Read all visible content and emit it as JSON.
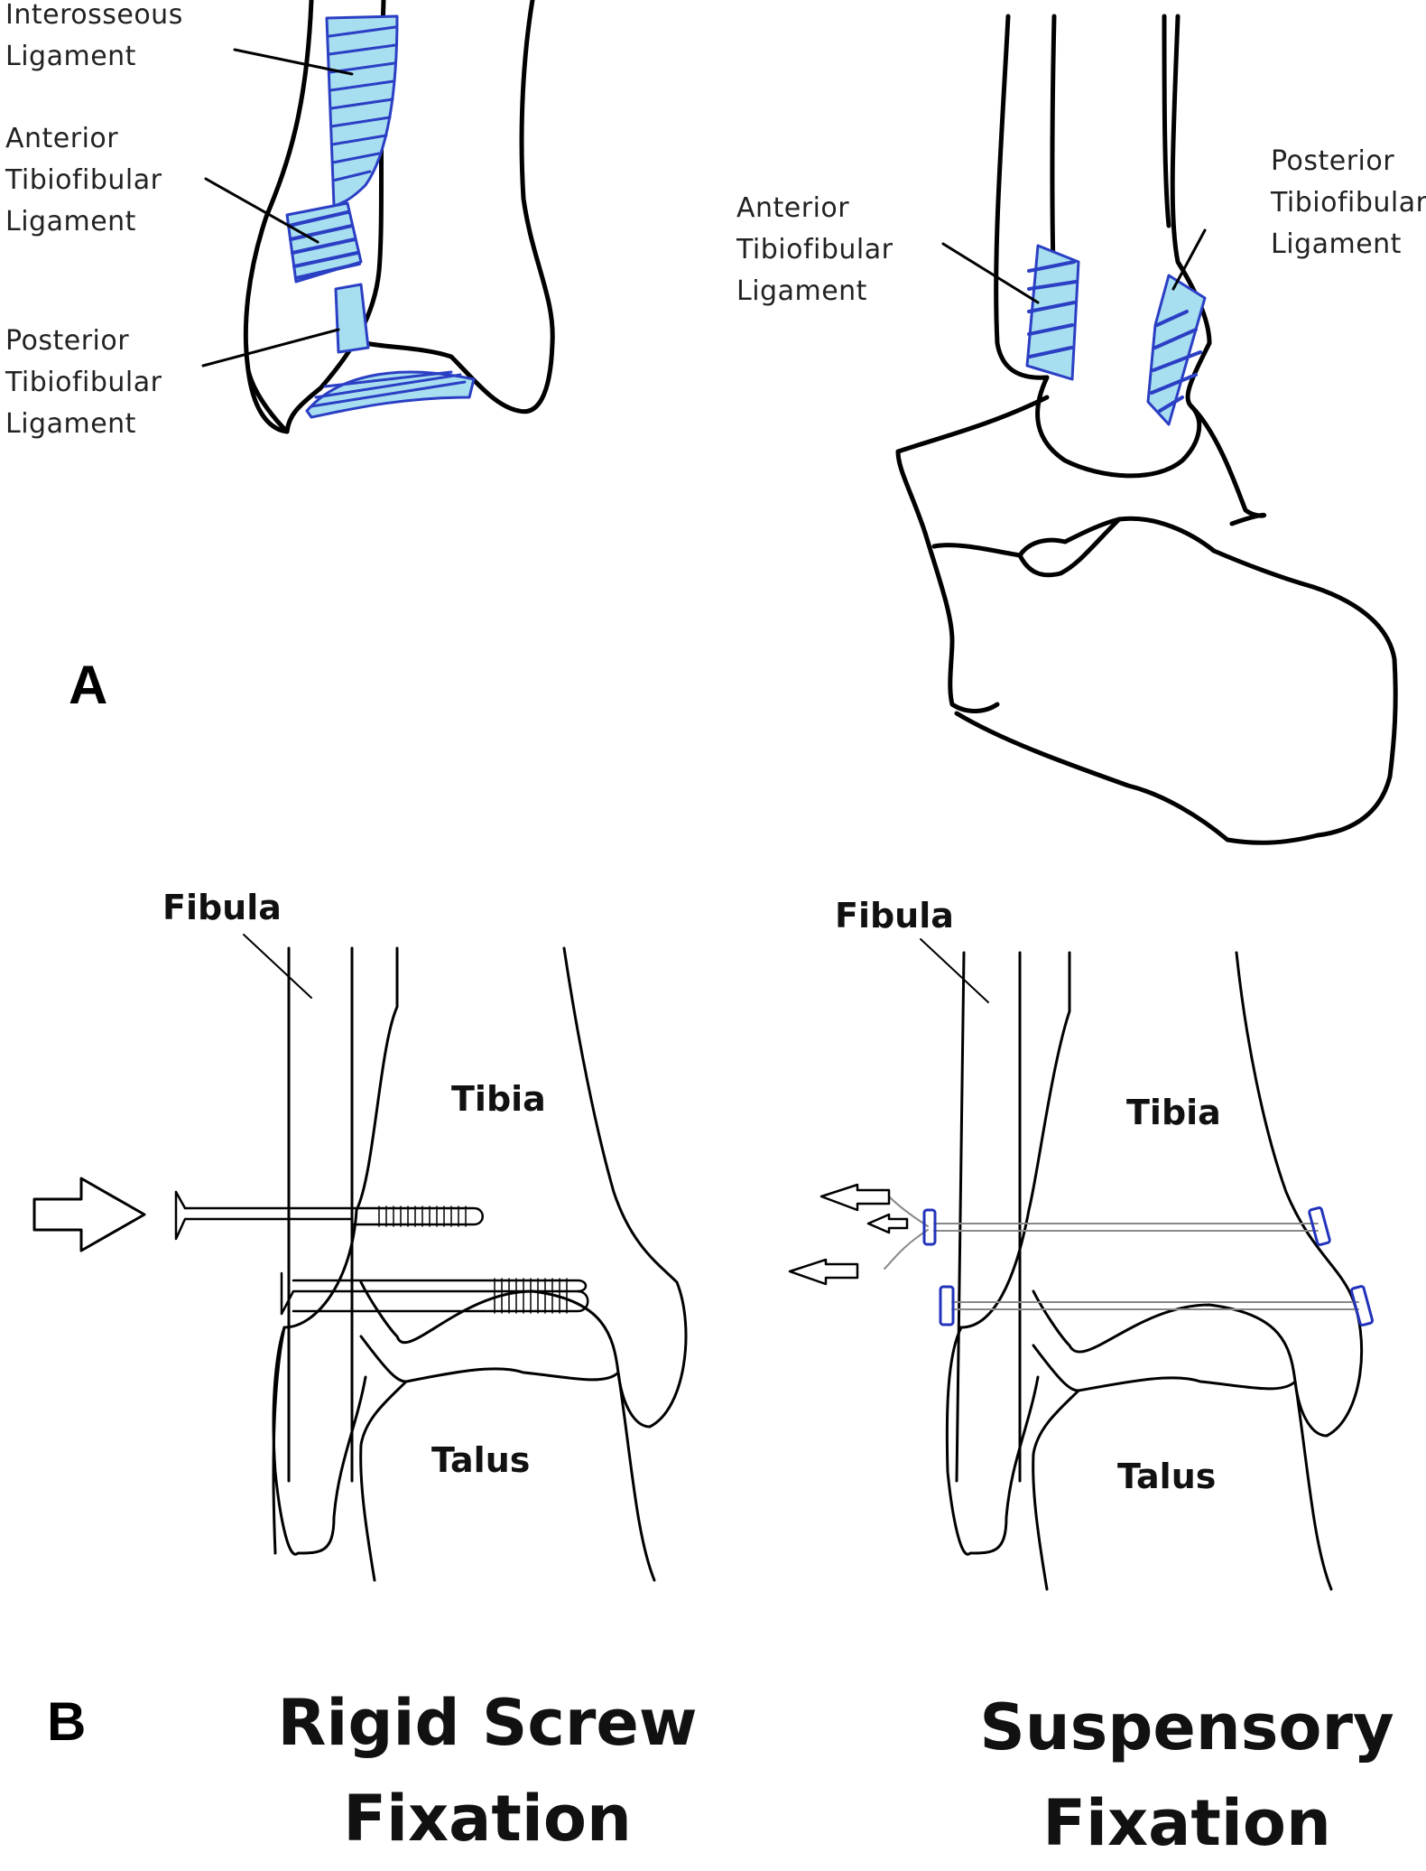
{
  "panel_a": {
    "letter": "A",
    "left_view": {
      "interosseous": [
        "Interosseous",
        "Ligament"
      ],
      "anterior": [
        "Anterior",
        "Tibiofibular",
        "Ligament"
      ],
      "posterior": [
        "Posterior",
        "Tibiofibular",
        "Ligament"
      ]
    },
    "right_view": {
      "anterior": [
        "Anterior",
        "Tibiofibular",
        "Ligament"
      ],
      "posterior": [
        "Posterior",
        "Tibiofibular",
        "Ligament"
      ]
    }
  },
  "panel_b": {
    "letter": "B",
    "left": {
      "fibula": "Fibula",
      "tibia": "Tibia",
      "talus": "Talus",
      "caption": [
        "Rigid Screw",
        "Fixation"
      ]
    },
    "right": {
      "fibula": "Fibula",
      "tibia": "Tibia",
      "talus": "Talus",
      "caption": [
        "Suspensory",
        "Fixation"
      ]
    }
  },
  "colors": {
    "ligament_fill": "#a8dff0",
    "ligament_stroke": "#2b3fc4",
    "outline": "#000000",
    "button_blue": "#2233bb"
  }
}
